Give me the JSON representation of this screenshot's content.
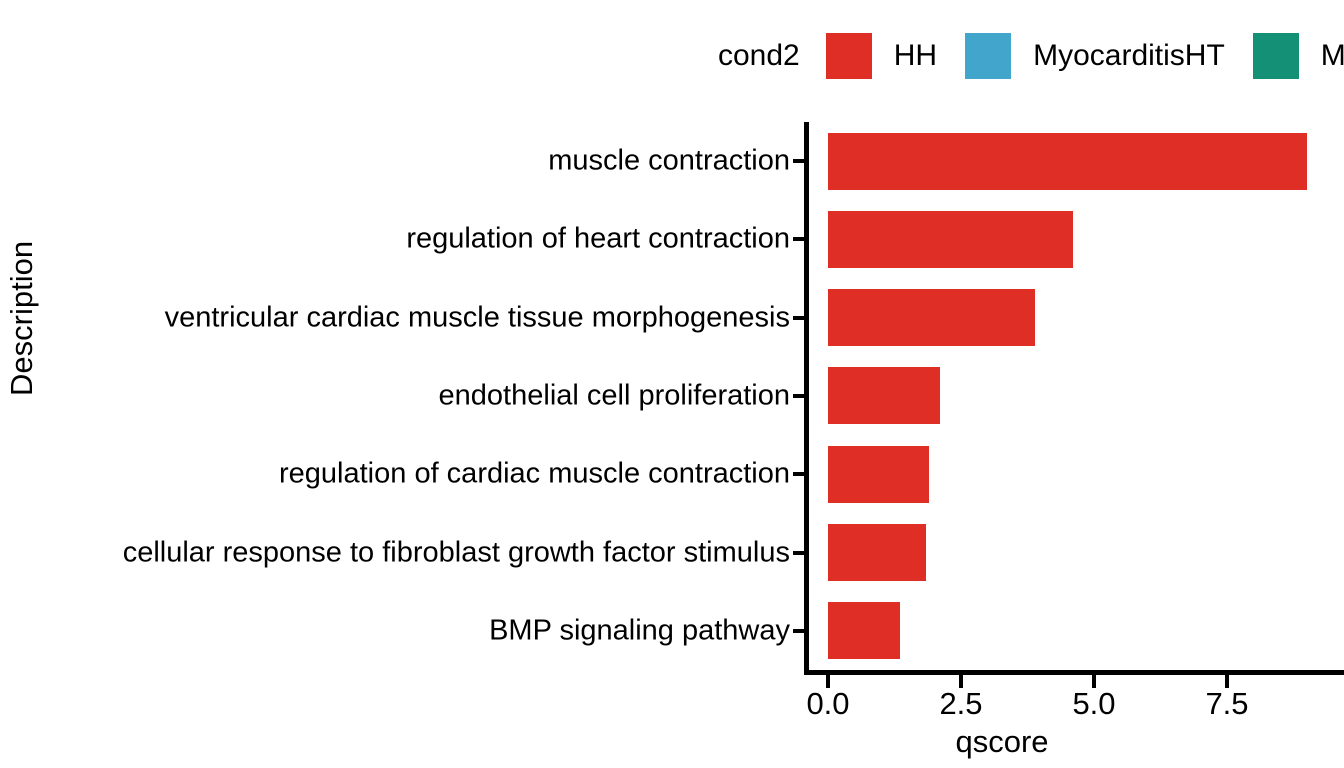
{
  "legend": {
    "title": "cond2",
    "entries": [
      {
        "label": "HH",
        "color": "#DF2E26"
      },
      {
        "label": "MyocarditisHT",
        "color": "#42A6CC"
      },
      {
        "label": "Myocard",
        "color": "#149077"
      }
    ]
  },
  "axes": {
    "x_title": "qscore",
    "y_title": "Description"
  },
  "chart_data": {
    "type": "bar",
    "orientation": "horizontal",
    "title": "",
    "xlabel": "qscore",
    "ylabel": "Description",
    "xlim": [
      0,
      9.2
    ],
    "xticks": [
      "0.0",
      "2.5",
      "5.0",
      "7.5"
    ],
    "xtick_values": [
      0.0,
      2.5,
      5.0,
      7.5
    ],
    "grid": false,
    "legend_position": "top",
    "legend_title": "cond2",
    "categories": [
      "muscle contraction",
      "regulation of heart contraction",
      "ventricular cardiac muscle tissue morphogenesis",
      "endothelial cell proliferation",
      "regulation of cardiac muscle contraction",
      "cellular response to fibroblast growth factor stimulus",
      "BMP signaling pathway"
    ],
    "series": [
      {
        "name": "HH",
        "color": "#DF2E26",
        "values": [
          9.0,
          4.6,
          3.9,
          2.1,
          1.9,
          1.85,
          1.35
        ]
      }
    ]
  }
}
